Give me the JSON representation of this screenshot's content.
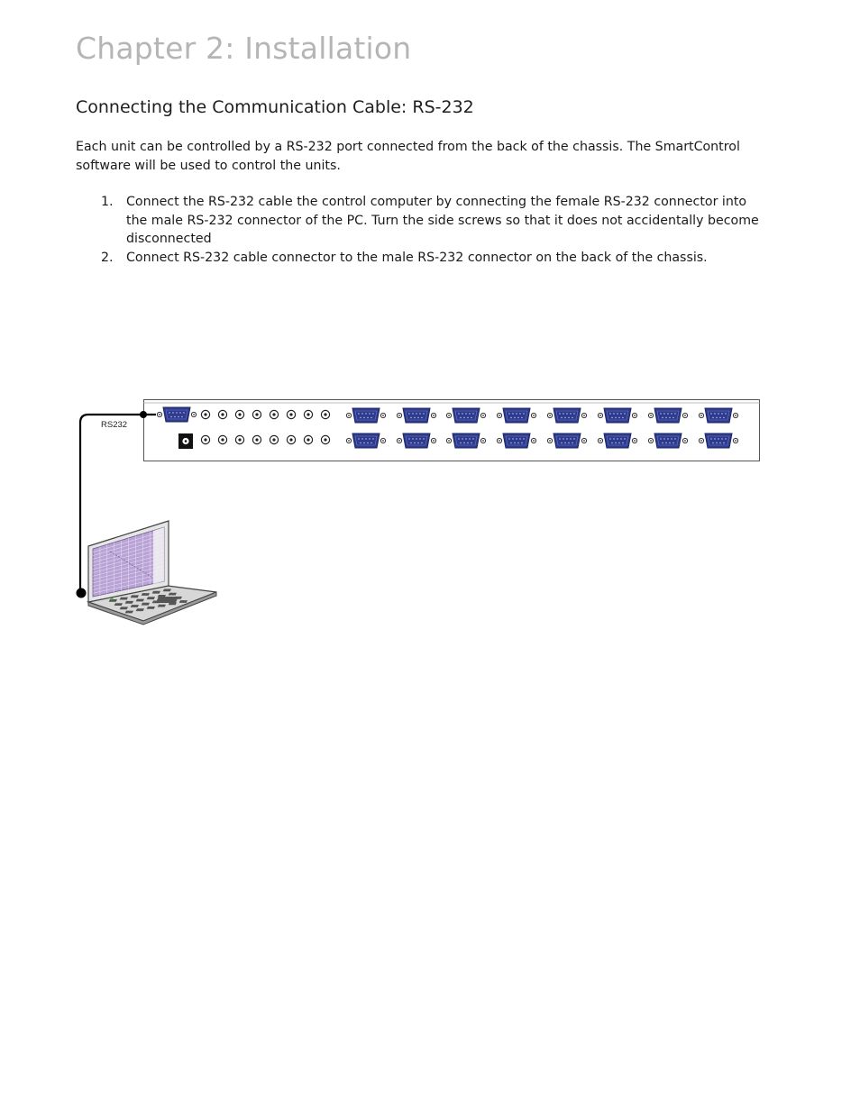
{
  "chapter_title": "Chapter 2: Installation",
  "section_title": "Connecting the Communication Cable: RS-232",
  "intro": "Each unit can be controlled by a RS-232 port connected from the back of the chassis. The SmartControl software will be used to control the units.",
  "steps": [
    {
      "num": "1.",
      "text": "Connect the RS-232 cable the control computer by connecting the female RS-232 connector into the male RS-232 connector of the PC. Turn the side screws so that it does not accidentally become disconnected"
    },
    {
      "num": "2.",
      "text": "Connect RS-232 cable connector to the male RS-232 connector on the back of the chassis."
    }
  ],
  "diagram": {
    "port_label": "RS232",
    "colors": {
      "connector": "#2e3a8c",
      "connector_dark": "#1c2463",
      "cable": "#000000",
      "screen": "#b9a3d6"
    }
  }
}
